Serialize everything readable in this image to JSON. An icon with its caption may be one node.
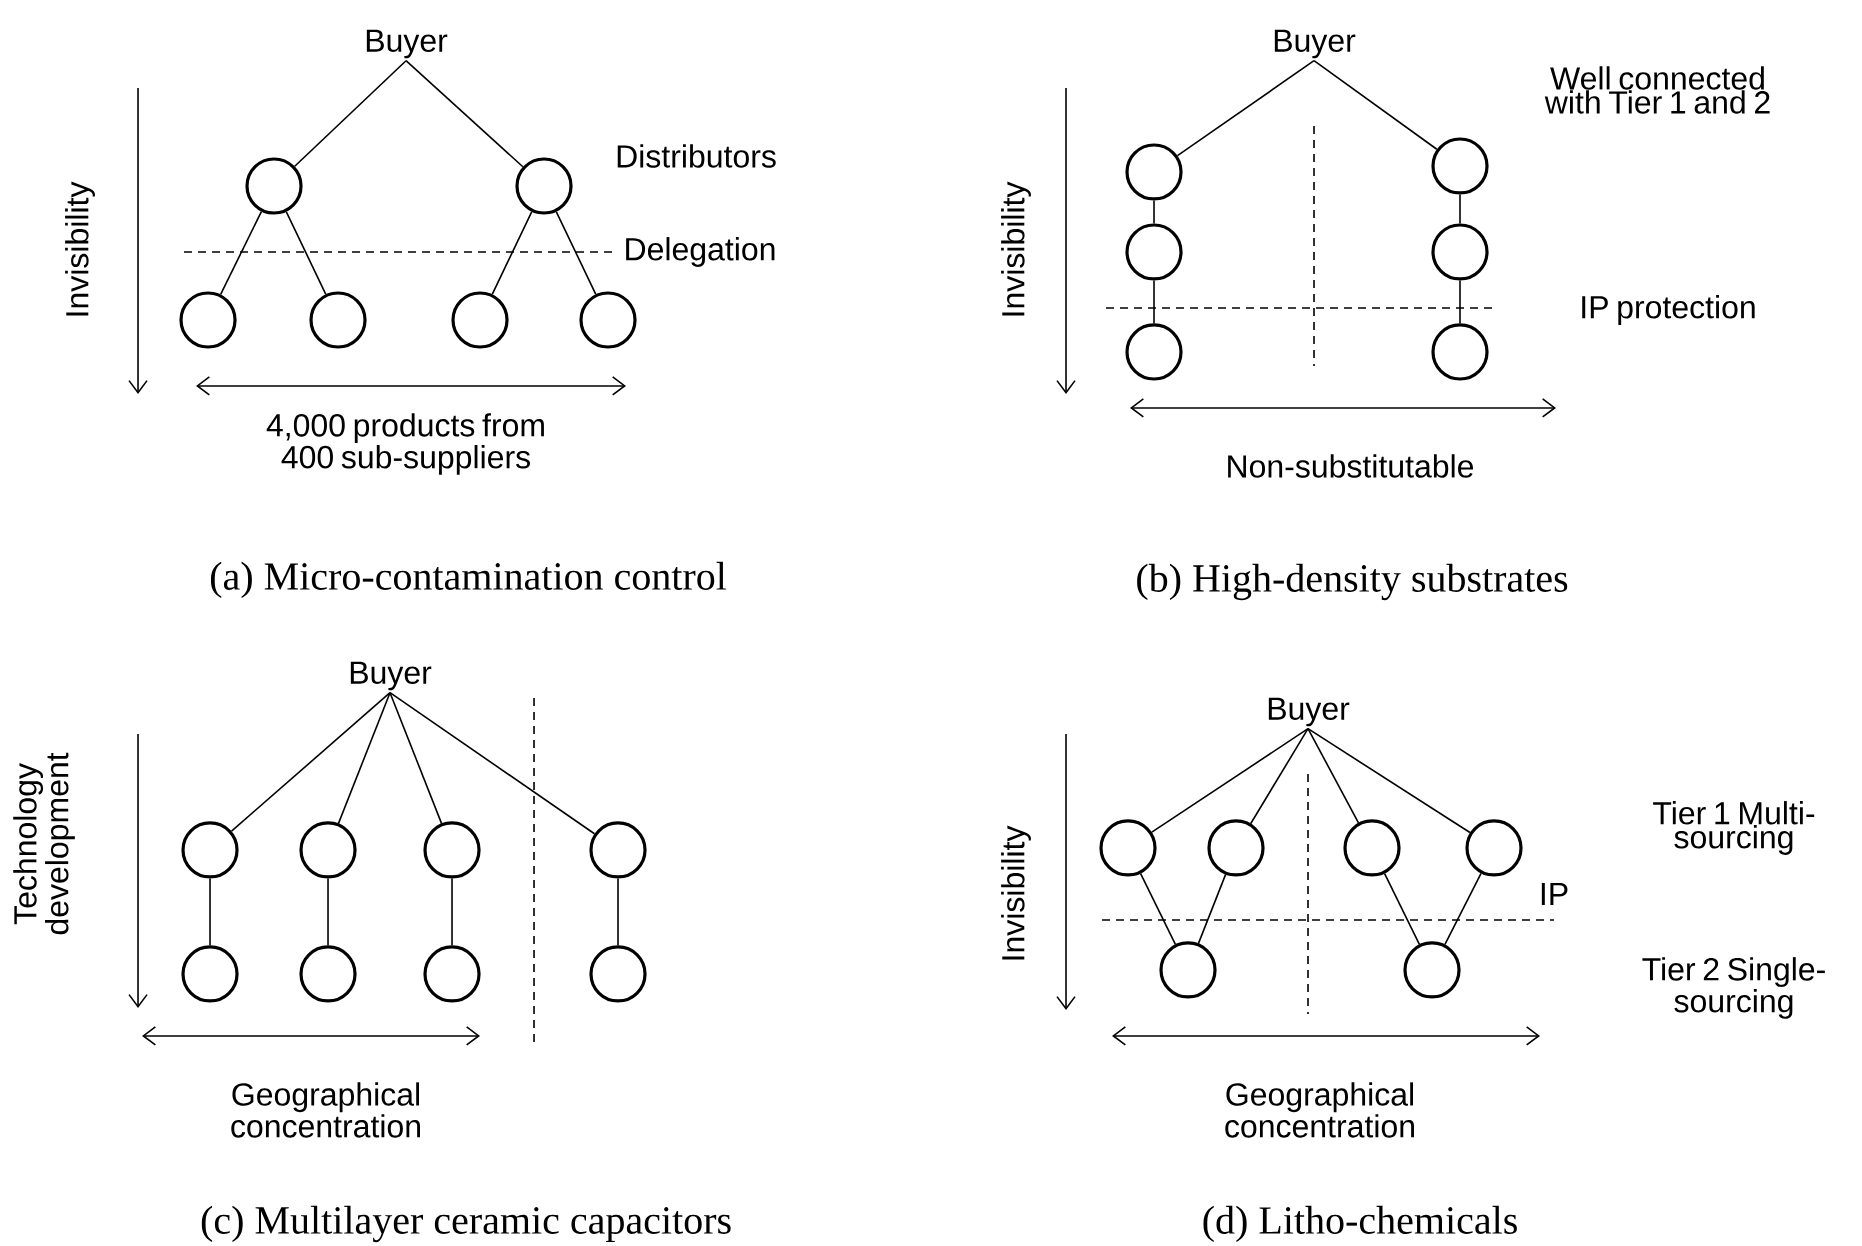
{
  "diagram": {
    "nodes": [
      {
        "text": [
          "Buyer"
        ]
      },
      {
        "text": [],
        "shape": "circle"
      },
      {
        "text": [],
        "shape": "circle"
      },
      {
        "text": [],
        "shape": "circle"
      },
      {
        "text": [],
        "shape": "circle"
      },
      {
        "text": [],
        "shape": "circle"
      },
      {
        "text": [],
        "shape": "circle"
      },
      {
        "text": [
          "Buyer"
        ]
      },
      {
        "text": [],
        "shape": "circle"
      },
      {
        "text": [],
        "shape": "circle"
      },
      {
        "text": [],
        "shape": "circle"
      },
      {
        "text": [],
        "shape": "circle"
      },
      {
        "text": [],
        "shape": "circle"
      },
      {
        "text": [],
        "shape": "circle"
      },
      {
        "text": [
          "Buyer"
        ]
      },
      {
        "text": [],
        "shape": "circle"
      },
      {
        "text": [],
        "shape": "circle"
      },
      {
        "text": [],
        "shape": "circle"
      },
      {
        "text": [],
        "shape": "circle"
      },
      {
        "text": [],
        "shape": "circle"
      },
      {
        "text": [],
        "shape": "circle"
      },
      {
        "text": [],
        "shape": "circle"
      },
      {
        "text": [],
        "shape": "circle"
      },
      {
        "text": [
          "Buyer"
        ]
      },
      {
        "text": [],
        "shape": "circle"
      },
      {
        "text": [],
        "shape": "circle"
      },
      {
        "text": [],
        "shape": "circle"
      },
      {
        "text": [],
        "shape": "circle"
      },
      {
        "text": [],
        "shape": "circle"
      },
      {
        "text": [],
        "shape": "circle"
      }
    ],
    "edges": [
      {
        "from": 0,
        "to": 1,
        "arrow": "none"
      },
      {
        "from": 0,
        "to": 2,
        "arrow": "none"
      },
      {
        "from": 1,
        "to": 3,
        "arrow": "none"
      },
      {
        "from": 1,
        "to": 4,
        "arrow": "none"
      },
      {
        "from": 2,
        "to": 5,
        "arrow": "none"
      },
      {
        "from": 2,
        "to": 6,
        "arrow": "none"
      },
      {
        "from": 7,
        "to": 8,
        "arrow": "none"
      },
      {
        "from": 7,
        "to": 11,
        "arrow": "none"
      },
      {
        "from": 8,
        "to": 9,
        "arrow": "none"
      },
      {
        "from": 9,
        "to": 10,
        "arrow": "none"
      },
      {
        "from": 11,
        "to": 12,
        "arrow": "none"
      },
      {
        "from": 12,
        "to": 13,
        "arrow": "none"
      },
      {
        "from": 14,
        "to": 15,
        "arrow": "none"
      },
      {
        "from": 14,
        "to": 16,
        "arrow": "none"
      },
      {
        "from": 14,
        "to": 17,
        "arrow": "none"
      },
      {
        "from": 14,
        "to": 18,
        "arrow": "none"
      },
      {
        "from": 15,
        "to": 19,
        "arrow": "none"
      },
      {
        "from": 16,
        "to": 20,
        "arrow": "none"
      },
      {
        "from": 17,
        "to": 21,
        "arrow": "none"
      },
      {
        "from": 18,
        "to": 22,
        "arrow": "none"
      },
      {
        "from": 23,
        "to": 24,
        "arrow": "none"
      },
      {
        "from": 23,
        "to": 25,
        "arrow": "none"
      },
      {
        "from": 23,
        "to": 26,
        "arrow": "none"
      },
      {
        "from": 23,
        "to": 27,
        "arrow": "none"
      },
      {
        "from": 24,
        "to": 28,
        "arrow": "none"
      },
      {
        "from": 25,
        "to": 28,
        "arrow": "none"
      },
      {
        "from": 26,
        "to": 29,
        "arrow": "none"
      },
      {
        "from": 27,
        "to": 29,
        "arrow": "none"
      }
    ],
    "labels": [
      "Distributors",
      "Delegation",
      "Invisibility",
      "4,000 products from 400 sub-suppliers",
      "(a) Micro-contamination control",
      "Well connected with Tier 1 and 2",
      "Invisibility",
      "IP protection",
      "Non-substitutable",
      "(b) High-density substrates",
      "Technology development",
      "Geographical concentration",
      "(c) Multilayer ceramic capacitors",
      "Invisibility",
      "Tier 1 Multi-sourcing",
      "IP",
      "Tier 2 Single-sourcing",
      "Geographical concentration",
      "(d) Litho-chemicals"
    ]
  }
}
